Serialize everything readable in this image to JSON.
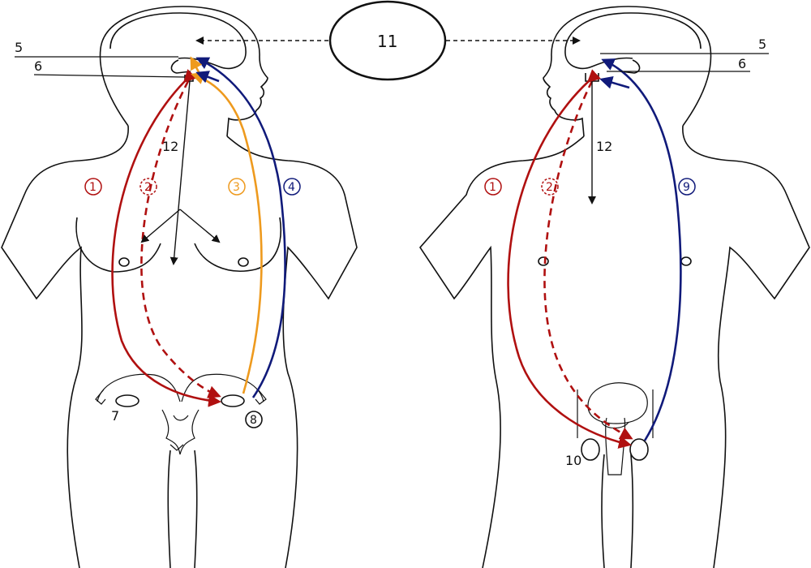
{
  "colors": {
    "outline": "#111111",
    "red": "#b01010",
    "orange": "#ee9a1e",
    "navy": "#101a7a"
  },
  "labels": {
    "center": "11",
    "female": {
      "n5": "5",
      "n6": "6",
      "n12": "12",
      "c1": "1",
      "c2": "2",
      "c3": "3",
      "c4": "4",
      "n7": "7",
      "c8": "8"
    },
    "male": {
      "n5": "5",
      "n6": "6",
      "n12": "12",
      "c1": "1",
      "c2": "2",
      "c9": "9",
      "n10": "10"
    }
  }
}
